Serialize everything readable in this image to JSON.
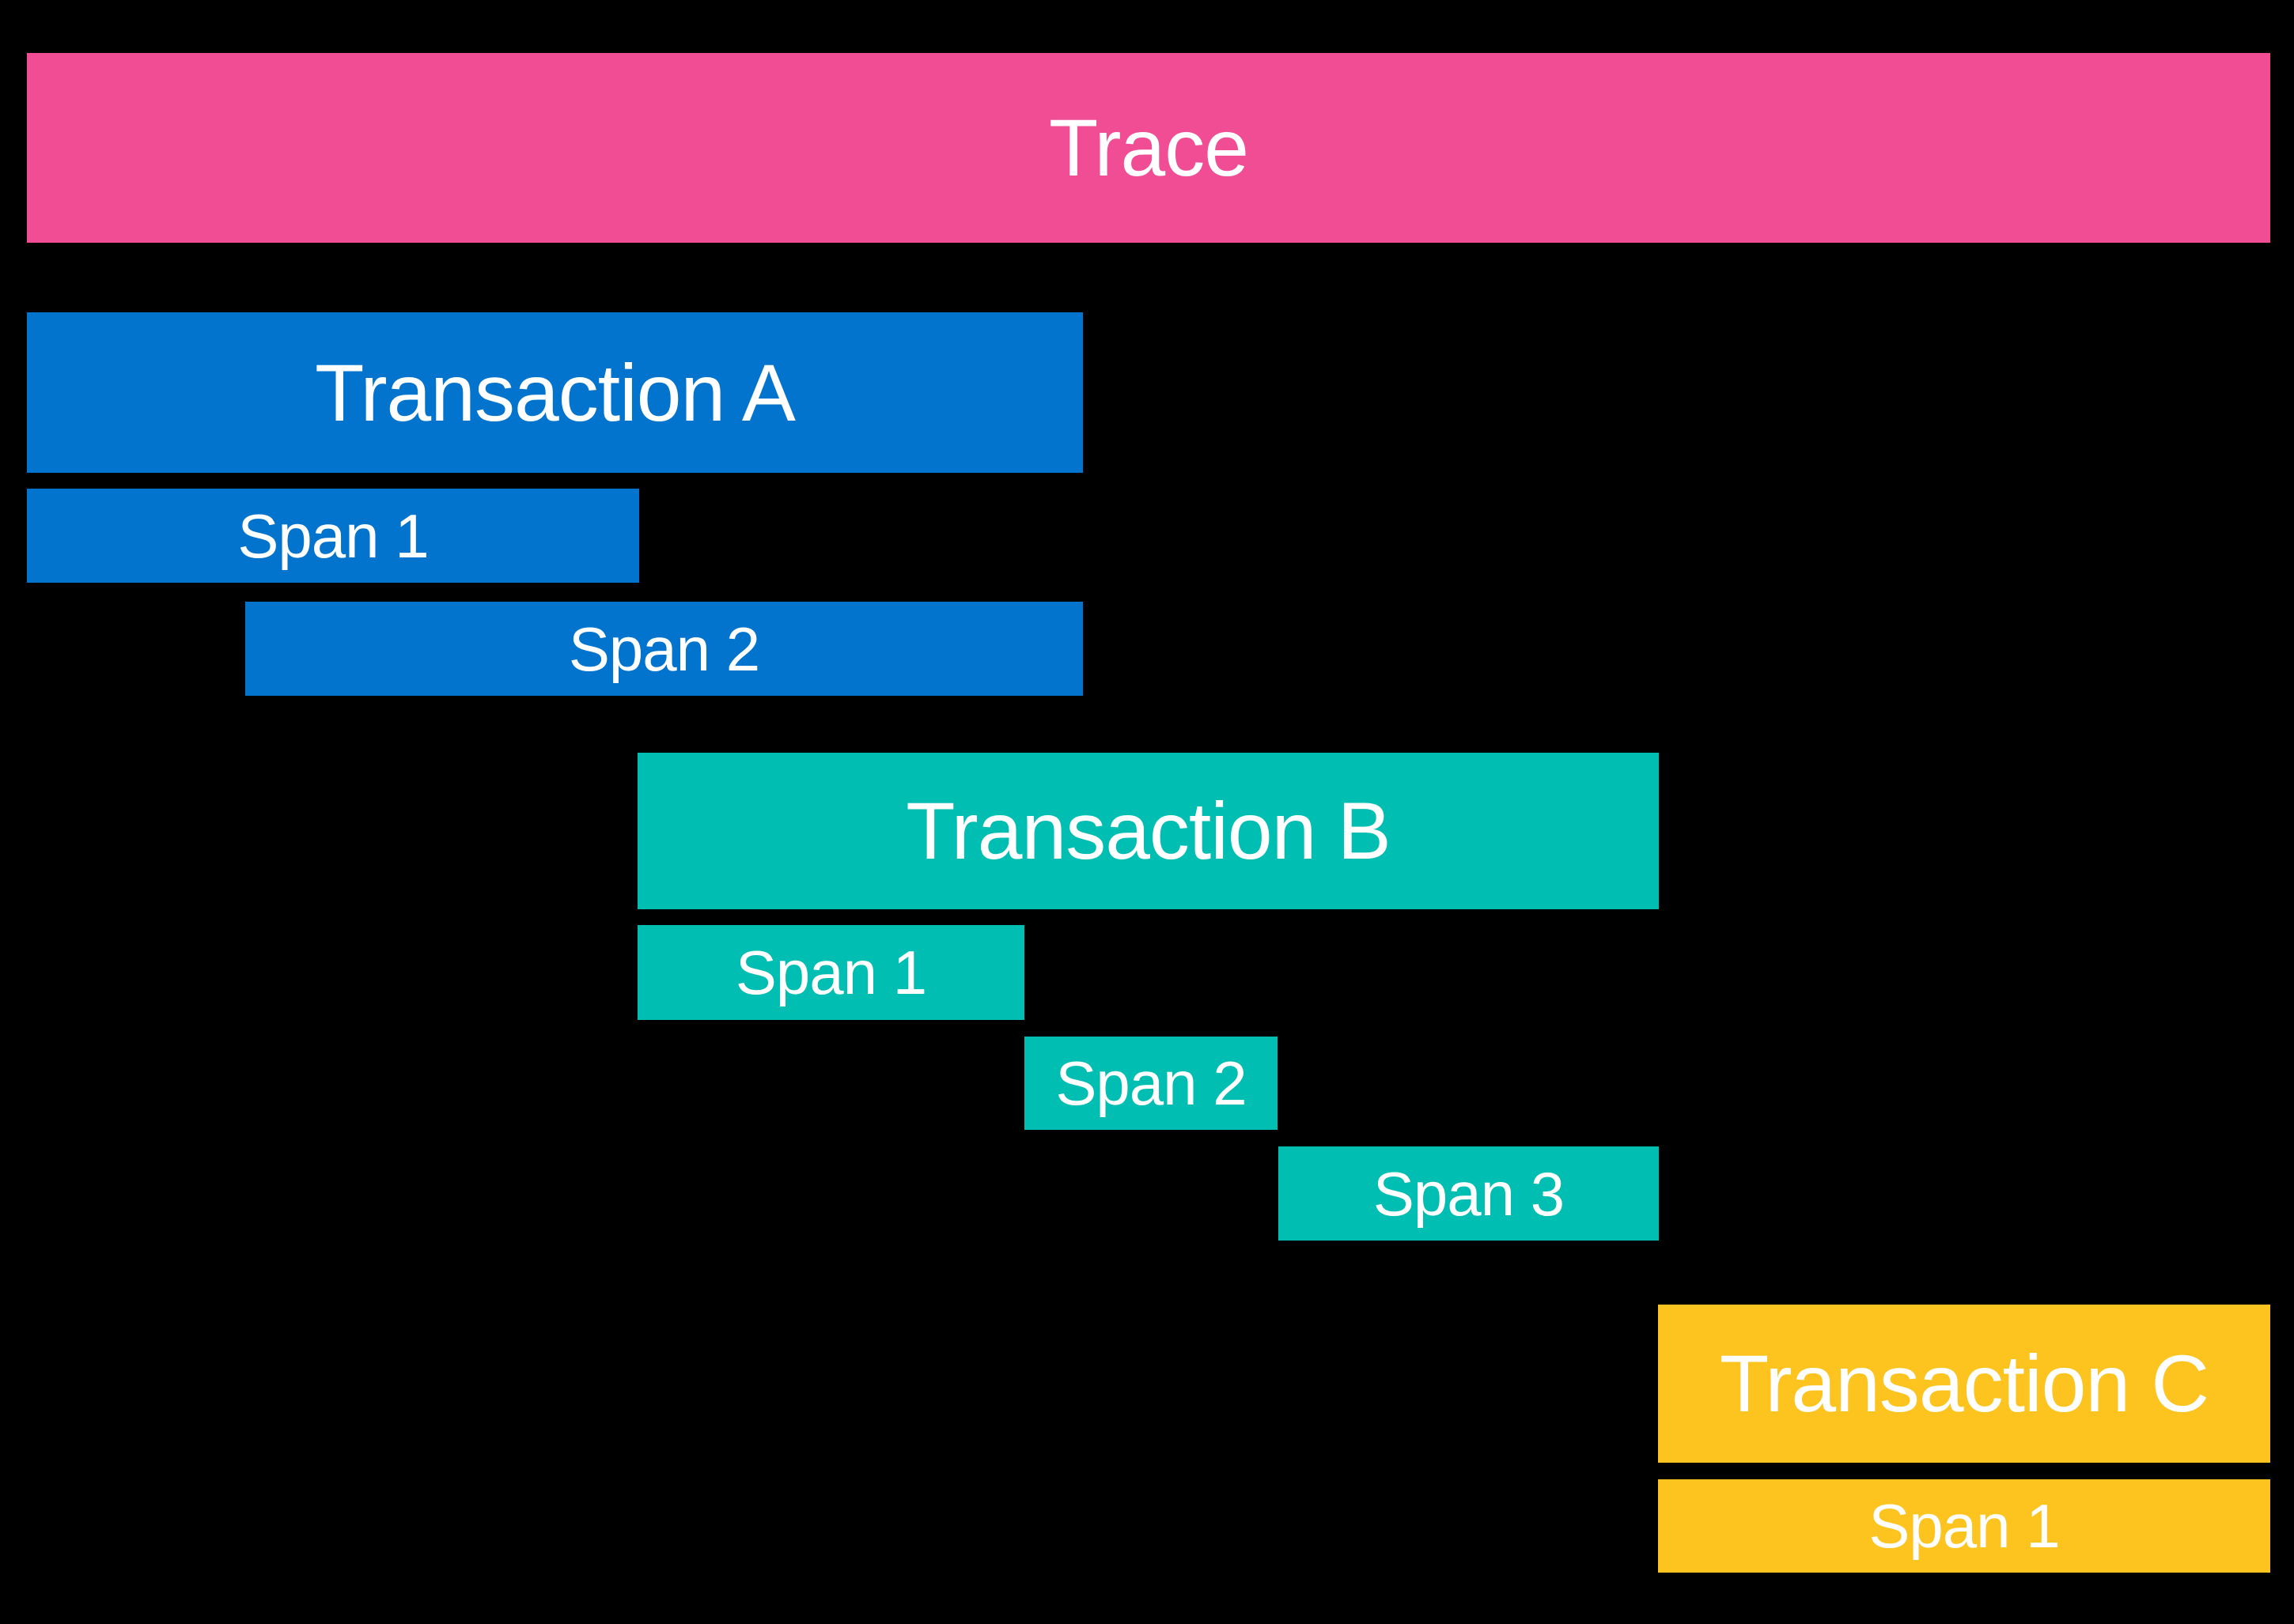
{
  "colors": {
    "background": "#000000",
    "trace_pink": "#F04D94",
    "transaction_blue": "#0274CE",
    "transaction_teal": "#00BEB2",
    "transaction_yellow": "#FDC420",
    "label_text": "#FFFFFF"
  },
  "trace": {
    "label": "Trace",
    "transactions": [
      {
        "label": "Transaction A",
        "color": "#0274CE",
        "spans": [
          {
            "label": "Span 1"
          },
          {
            "label": "Span 2"
          }
        ]
      },
      {
        "label": "Transaction B",
        "color": "#00BEB2",
        "spans": [
          {
            "label": "Span 1"
          },
          {
            "label": "Span 2"
          },
          {
            "label": "Span 3"
          }
        ]
      },
      {
        "label": "Transaction C",
        "color": "#FDC420",
        "spans": [
          {
            "label": "Span 1"
          }
        ]
      }
    ]
  }
}
